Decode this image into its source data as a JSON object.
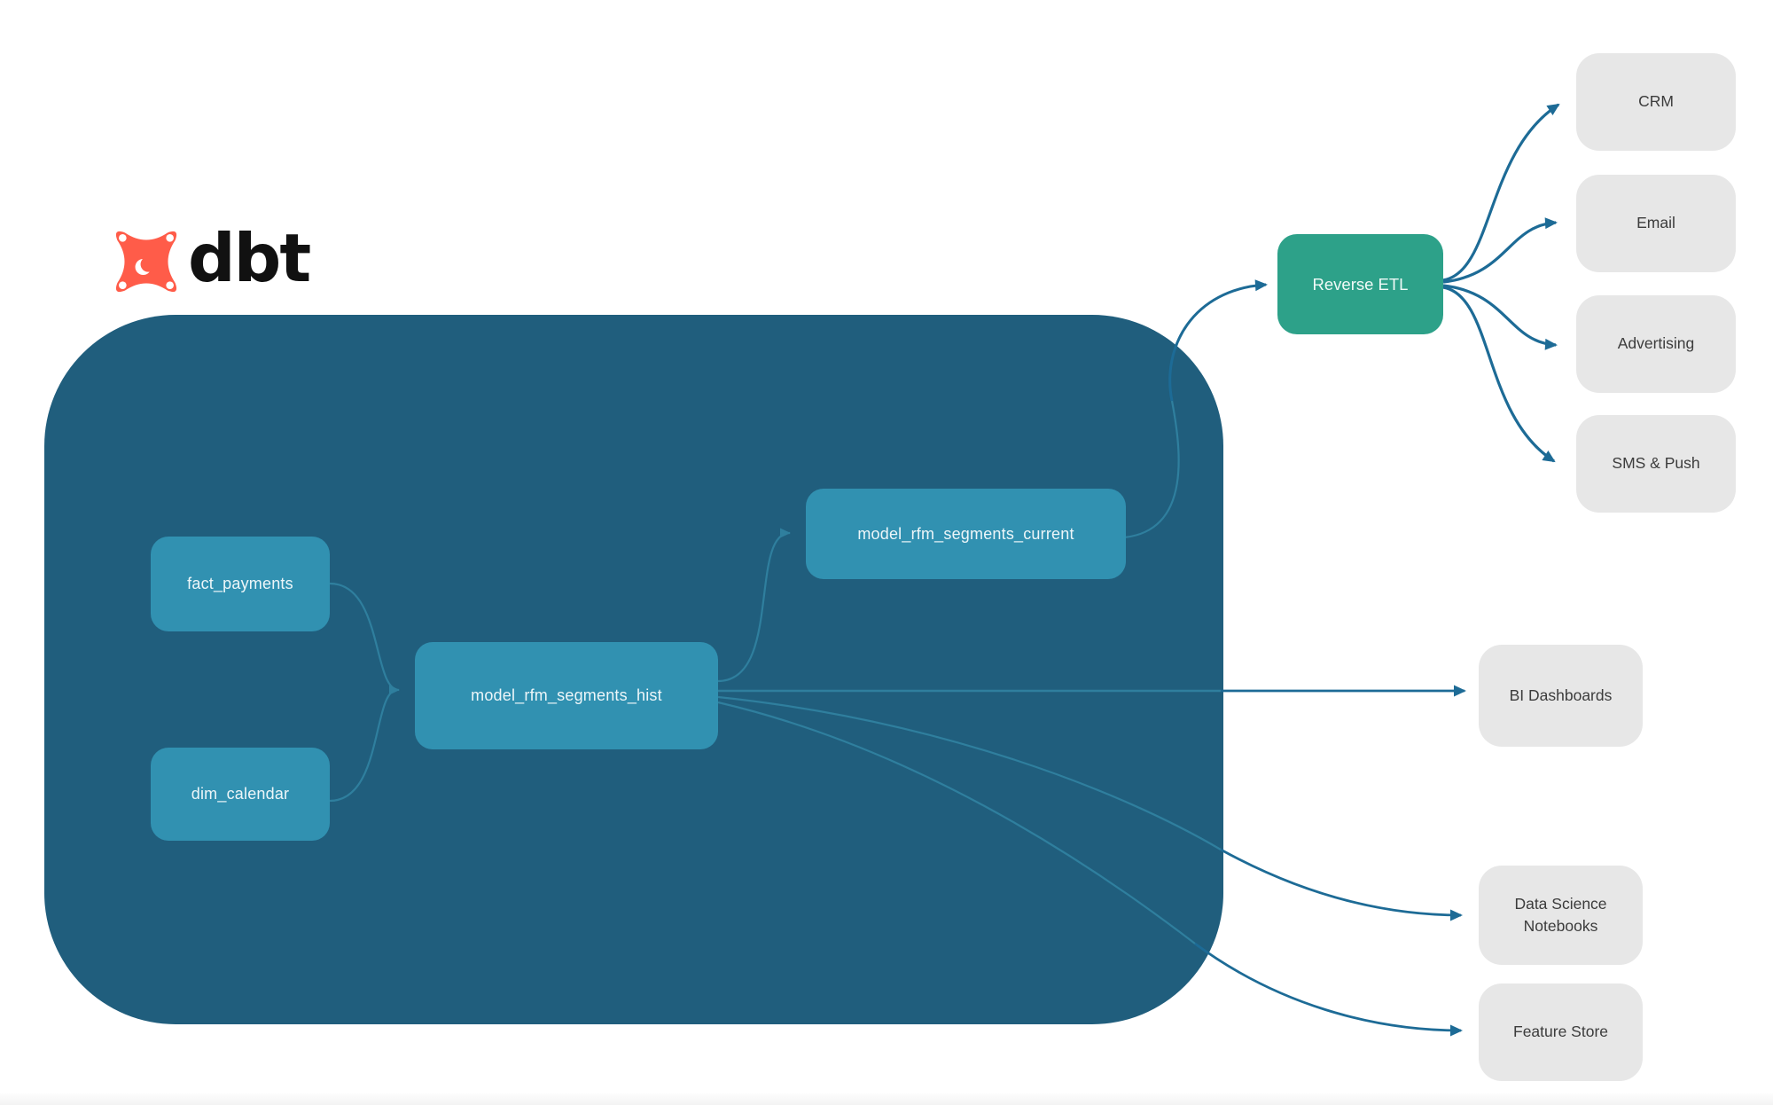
{
  "logo": {
    "wordmark": "dbt"
  },
  "colors": {
    "container_bg": "#205e7d",
    "model_node_bg": "#3191b1",
    "reverse_etl_bg": "#2da189",
    "target_bg": "#e7e7e7",
    "edge_inner": "#2f7f9e",
    "edge_outer": "#1d6b96",
    "logo_orange": "#ff5c49",
    "node_text": "#edf6f9",
    "target_text": "#3c3c3c"
  },
  "dbt_project": {
    "nodes": {
      "fact_payments": {
        "label": "fact_payments"
      },
      "dim_calendar": {
        "label": "dim_calendar"
      },
      "model_rfm_segments_hist": {
        "label": "model_rfm_segments_hist"
      },
      "model_rfm_segments_current": {
        "label": "model_rfm_segments_current"
      }
    }
  },
  "reverse_etl": {
    "label": "Reverse ETL"
  },
  "targets": {
    "crm": {
      "label": "CRM"
    },
    "email": {
      "label": "Email"
    },
    "advertising": {
      "label": "Advertising"
    },
    "sms_push": {
      "label": "SMS & Push"
    },
    "bi_dashboards": {
      "label": "BI Dashboards"
    },
    "data_science_notebooks": {
      "label": "Data Science Notebooks"
    },
    "feature_store": {
      "label": "Feature Store"
    }
  }
}
